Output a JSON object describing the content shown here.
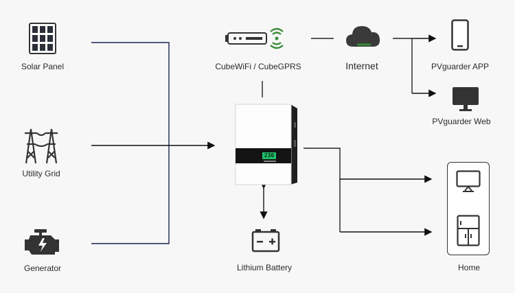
{
  "sources": {
    "solar_panel": "Solar Panel",
    "utility_grid": "Utility Grid",
    "generator": "Generator"
  },
  "comm": {
    "module": "CubeWiFi / CubeGPRS",
    "internet": "Internet",
    "app": "PVguarder APP",
    "web": "PVguarder Web"
  },
  "inverter": {
    "display_value": "230"
  },
  "battery": "Lithium Battery",
  "home": "Home",
  "colors": {
    "source_line": "#1a2350",
    "line": "#222222",
    "accent_green": "#3a8c3a",
    "icon_gray": "#333333"
  }
}
